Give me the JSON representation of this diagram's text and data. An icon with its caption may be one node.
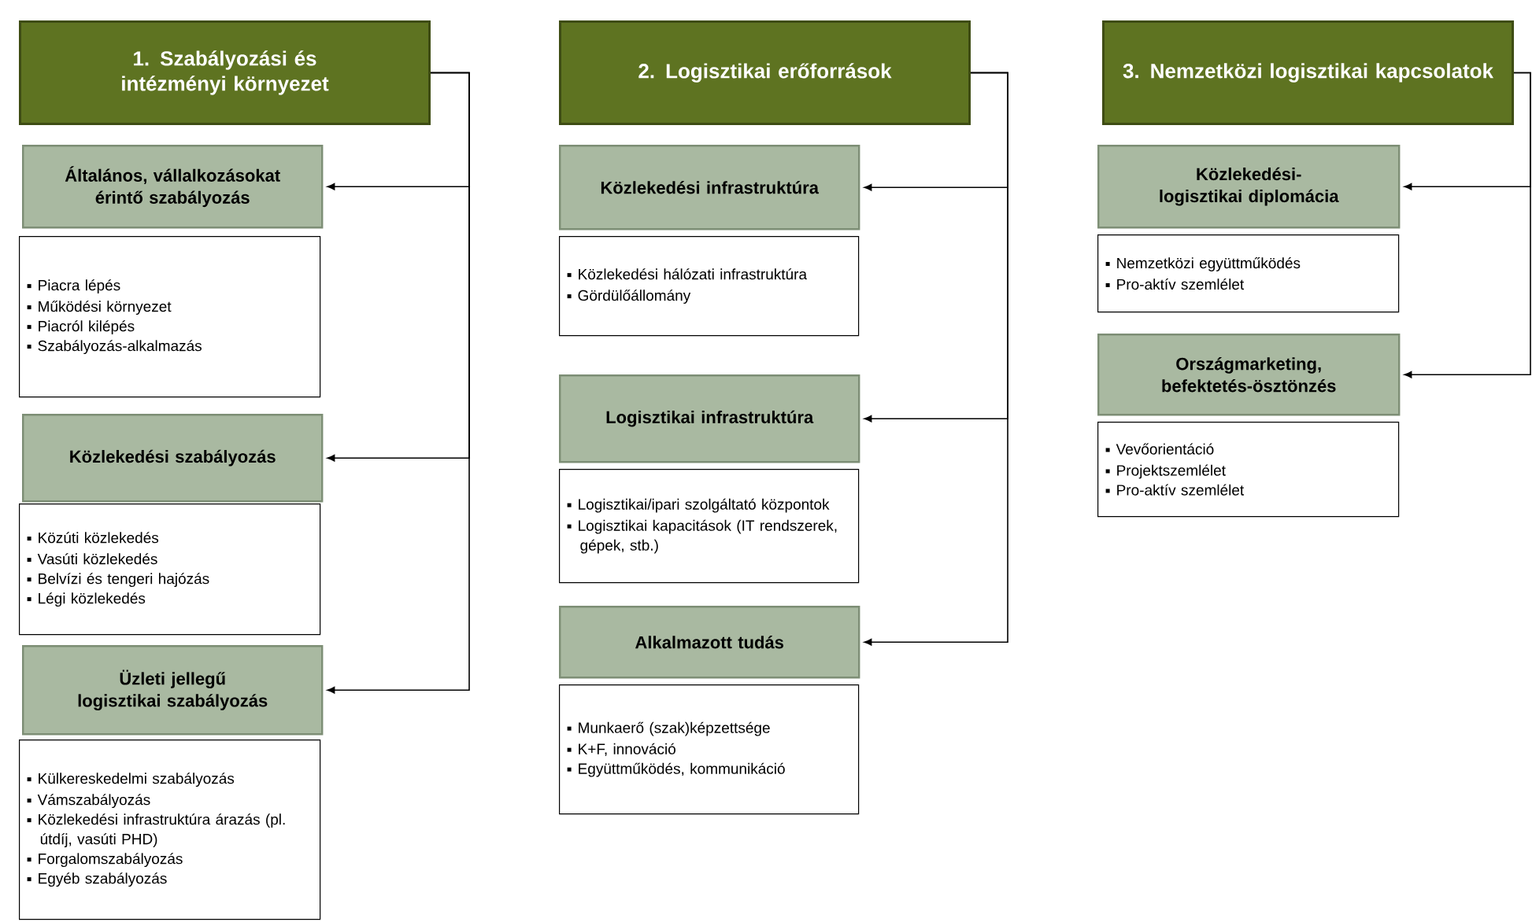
{
  "diagram": {
    "nodes": [
      {
        "text": [
          "1. Szabályozási és intézményi környezet"
        ]
      },
      {
        "text": [
          "Általános, vállalkozásokat érintő szabályozás"
        ]
      },
      {
        "text": [
          "Piacra lépés",
          "Működési környezet",
          "Piacról kilépés",
          "Szabályozás-alkalmazás"
        ]
      },
      {
        "text": [
          "Közlekedési szabályozás"
        ]
      },
      {
        "text": [
          "Közúti közlekedés",
          "Vasúti közlekedés",
          "Belvízi és tengeri hajózás",
          "Légi közlekedés"
        ]
      },
      {
        "text": [
          "Üzleti jellegű logisztikai szabályozás"
        ]
      },
      {
        "text": [
          "Külkereskedelmi szabályozás",
          "Vámszabályozás",
          "Közlekedési infrastruktúra árazás (pl. útdíj, vasúti PHD)",
          "Forgalomszabályozás",
          "Egyéb szabályozás"
        ]
      },
      {
        "text": [
          "2. Logisztikai erőforrások"
        ]
      },
      {
        "text": [
          "Közlekedési infrastruktúra"
        ]
      },
      {
        "text": [
          "Közlekedési hálózati infrastruktúra",
          "Gördülőállomány"
        ]
      },
      {
        "text": [
          "Logisztikai infrastruktúra"
        ]
      },
      {
        "text": [
          "Logisztikai/ipari szolgáltató központok",
          "Logisztikai kapacitások (IT rendszerek, gépek, stb.)"
        ]
      },
      {
        "text": [
          "Alkalmazott tudás"
        ]
      },
      {
        "text": [
          "Munkaerő (szak)képzettsége",
          "K+F, innováció",
          "Együttműködés, kommunikáció"
        ]
      },
      {
        "text": [
          "3. Nemzetközi logisztikai kapcsolatok"
        ]
      },
      {
        "text": [
          "Közlekedési-logisztikai diplomácia"
        ]
      },
      {
        "text": [
          "Nemzetközi együttműködés",
          "Pro-aktív szemlélet"
        ]
      },
      {
        "text": [
          "Országmarketing, befektetés-ösztönzés"
        ]
      },
      {
        "text": [
          "Vevőorientáció",
          "Projektszemlélet",
          "Pro-aktív szemlélet"
        ]
      }
    ],
    "edges": [
      {
        "from": 0,
        "to": 1,
        "arrow": "to"
      },
      {
        "from": 0,
        "to": 3,
        "arrow": "to"
      },
      {
        "from": 0,
        "to": 5,
        "arrow": "to"
      },
      {
        "from": 7,
        "to": 8,
        "arrow": "to"
      },
      {
        "from": 7,
        "to": 10,
        "arrow": "to"
      },
      {
        "from": 7,
        "to": 12,
        "arrow": "to"
      },
      {
        "from": 14,
        "to": 15,
        "arrow": "to"
      },
      {
        "from": 14,
        "to": 17,
        "arrow": "to"
      }
    ]
  }
}
